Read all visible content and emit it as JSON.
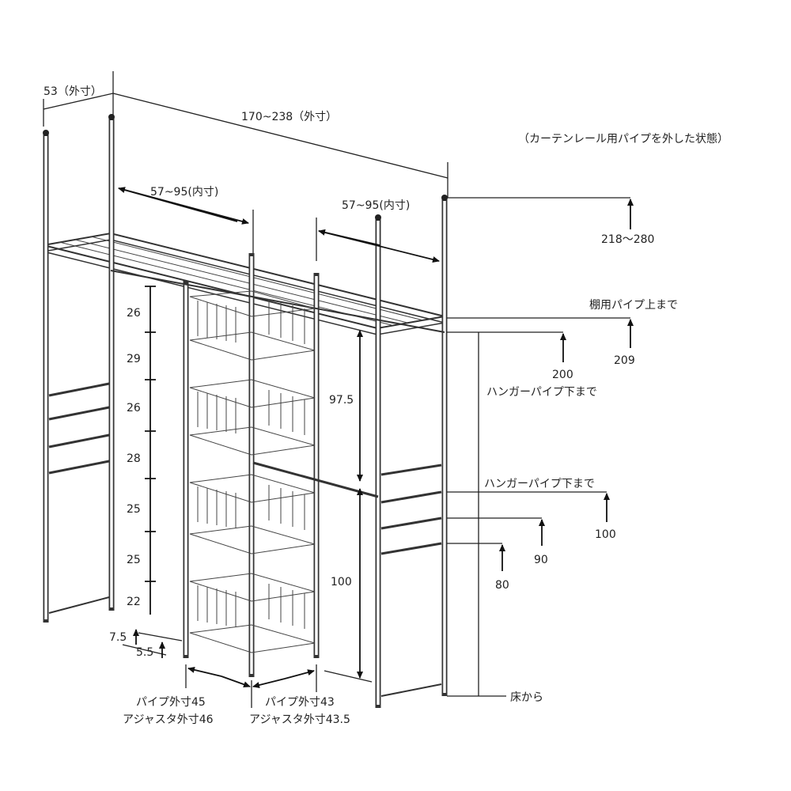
{
  "title_note": "（カーテンレール用パイプを外した状態）",
  "dimensions": {
    "depth_outer": "53（外寸）",
    "width_outer": "170~238（外寸）",
    "inner_width_left": "57~95(内寸)",
    "inner_width_right": "57~95(内寸)",
    "height_range": "218～280",
    "shelf_pipe_label": "棚用パイプ上まで",
    "shelf_pipe_height": "209",
    "upper_hanger_height": "200",
    "upper_hanger_label": "ハンガーパイプ下まで",
    "upper_gap": "97.5",
    "lower_hanger_label": "ハンガーパイプ下まで",
    "lower_hanger_heights": [
      "100",
      "90",
      "80"
    ],
    "lower_gap": "100",
    "from_floor": "床から",
    "basket_pitches": [
      "26",
      "29",
      "26",
      "28",
      "25",
      "25",
      "22"
    ],
    "bottom_offset_1": "7.5",
    "bottom_offset_2": "5.5",
    "left_unit_pipe": "パイプ外寸45",
    "left_unit_adjuster": "アジャスタ外寸46",
    "right_unit_pipe": "パイプ外寸43",
    "right_unit_adjuster": "アジャスタ外寸43.5"
  }
}
